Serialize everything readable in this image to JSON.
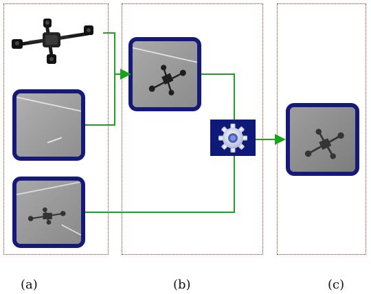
{
  "captions": {
    "a": "(a)",
    "b": "(b)",
    "c": "(c)"
  },
  "icons": {
    "gear": "gear-icon",
    "drone": "quadcopter-icon"
  },
  "colors": {
    "frame_border": "#14197a",
    "arrow": "#1aa31a",
    "panel_border": "#9b2a2a",
    "gear_box": "#0f1a78"
  }
}
